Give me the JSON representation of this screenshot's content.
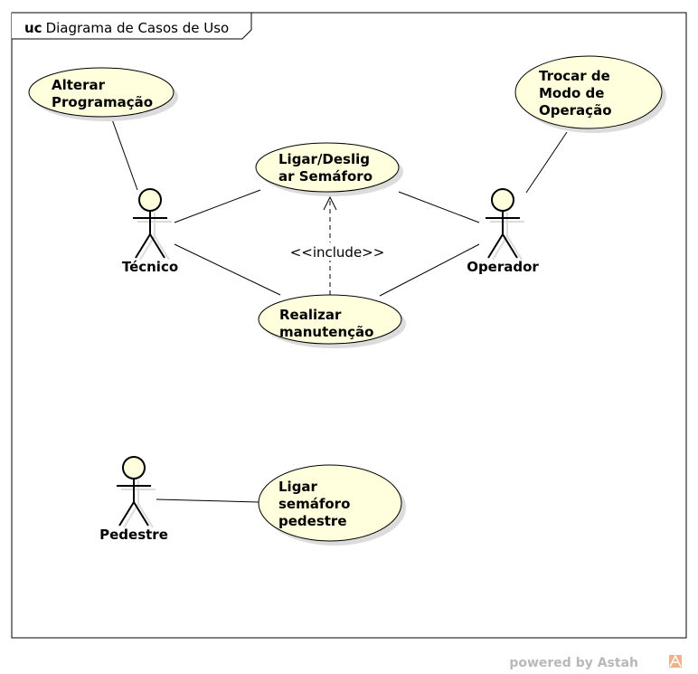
{
  "diagram": {
    "keyword": "uc",
    "title": "Diagrama de Casos de Uso"
  },
  "actors": {
    "tecnico": "Técnico",
    "operador": "Operador",
    "pedestre": "Pedestre"
  },
  "use_cases": {
    "alterar_programacao": [
      "Alterar",
      "Programação"
    ],
    "trocar_modo": [
      "Trocar de",
      "Modo de",
      "Operação"
    ],
    "ligar_desligar": [
      "Ligar/Deslig",
      "ar Semáforo"
    ],
    "realizar_manutencao": [
      "Realizar",
      "manutenção"
    ],
    "ligar_pedestre": [
      "Ligar",
      "semáforo",
      "pedestre"
    ]
  },
  "relationships": {
    "include_label": "<<include>>"
  },
  "watermark": "powered by Astah",
  "colors": {
    "use_case_fill": "#ffffdd",
    "shadow": "#dcdcdc",
    "line": "#000000"
  }
}
